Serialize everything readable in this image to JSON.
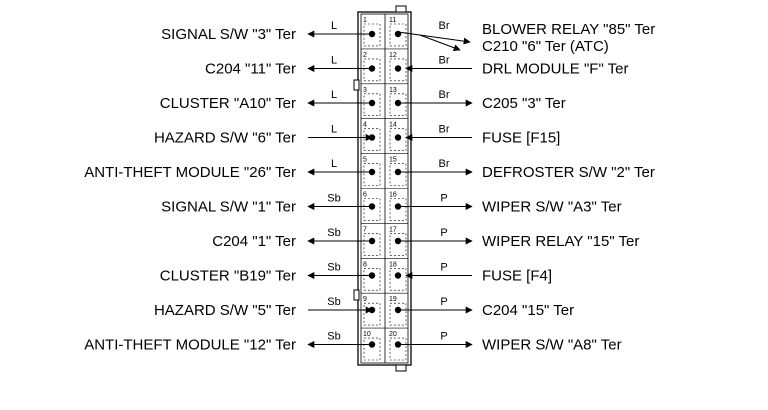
{
  "connector": {
    "pins_left": [
      "1",
      "2",
      "3",
      "4",
      "5",
      "6",
      "7",
      "8",
      "9",
      "10"
    ],
    "pins_right": [
      "11",
      "12",
      "13",
      "14",
      "15",
      "16",
      "17",
      "18",
      "19",
      "20"
    ]
  },
  "left_terminals": [
    {
      "label": "SIGNAL S/W \"3\" Ter",
      "wire": "L",
      "direction": "out"
    },
    {
      "label": "C204 \"11\" Ter",
      "wire": "L",
      "direction": "out"
    },
    {
      "label": "CLUSTER \"A10\" Ter",
      "wire": "L",
      "direction": "out"
    },
    {
      "label": "HAZARD S/W \"6\" Ter",
      "wire": "L",
      "direction": "in"
    },
    {
      "label": "ANTI-THEFT MODULE \"26\" Ter",
      "wire": "L",
      "direction": "out"
    },
    {
      "label": "SIGNAL S/W \"1\" Ter",
      "wire": "Sb",
      "direction": "out"
    },
    {
      "label": "C204 \"1\" Ter",
      "wire": "Sb",
      "direction": "out"
    },
    {
      "label": "CLUSTER \"B19\" Ter",
      "wire": "Sb",
      "direction": "out"
    },
    {
      "label": "HAZARD S/W \"5\" Ter",
      "wire": "Sb",
      "direction": "in"
    },
    {
      "label": "ANTI-THEFT MODULE \"12\" Ter",
      "wire": "Sb",
      "direction": "out"
    }
  ],
  "right_terminals": [
    {
      "label": "BLOWER RELAY \"85\" Ter",
      "label2": "C210 \"6\" Ter (ATC)",
      "wire": "Br",
      "direction": "out"
    },
    {
      "label": "DRL MODULE \"F\" Ter",
      "wire": "Br",
      "direction": "in"
    },
    {
      "label": "C205 \"3\" Ter",
      "wire": "Br",
      "direction": "out"
    },
    {
      "label": "FUSE [F15]",
      "wire": "Br",
      "direction": "in"
    },
    {
      "label": "DEFROSTER S/W \"2\" Ter",
      "wire": "Br",
      "direction": "out"
    },
    {
      "label": "WIPER S/W \"A3\" Ter",
      "wire": "P",
      "direction": "out"
    },
    {
      "label": "WIPER RELAY \"15\" Ter",
      "wire": "P",
      "direction": "out"
    },
    {
      "label": "FUSE [F4]",
      "wire": "P",
      "direction": "in"
    },
    {
      "label": "C204 \"15\" Ter",
      "wire": "P",
      "direction": "out"
    },
    {
      "label": "WIPER S/W \"A8\" Ter",
      "wire": "P",
      "direction": "out"
    }
  ]
}
